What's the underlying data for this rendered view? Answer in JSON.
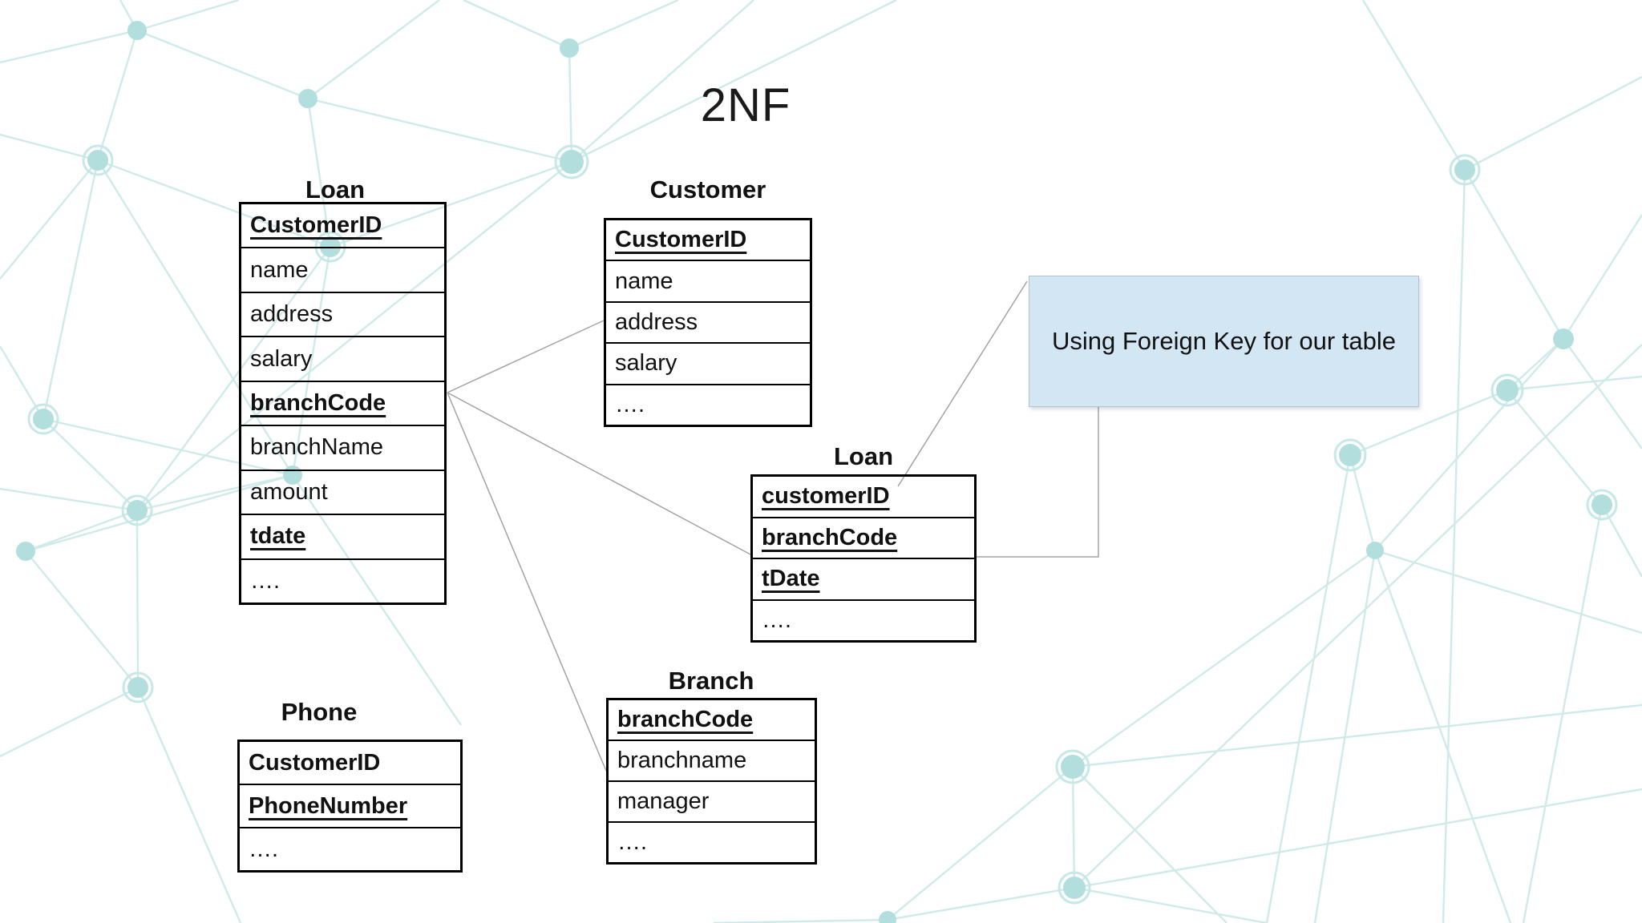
{
  "title": "2NF",
  "diagram": {
    "tables": [
      {
        "title": "Loan",
        "rows": [
          {
            "label": "CustomerID",
            "key": true
          },
          {
            "label": "name"
          },
          {
            "label": "address"
          },
          {
            "label": "salary"
          },
          {
            "label": "branchCode",
            "key": true
          },
          {
            "label": "branchName"
          },
          {
            "label": "amount"
          },
          {
            "label": "tdate",
            "key": true
          },
          {
            "label": "…."
          }
        ]
      },
      {
        "title": "Customer",
        "rows": [
          {
            "label": "CustomerID",
            "key": true
          },
          {
            "label": "name"
          },
          {
            "label": "address"
          },
          {
            "label": "salary"
          },
          {
            "label": "…."
          }
        ]
      },
      {
        "title": "Loan",
        "rows": [
          {
            "label": "customerID",
            "key": true
          },
          {
            "label": "branchCode",
            "key": true
          },
          {
            "label": "tDate",
            "key": true
          },
          {
            "label": "…."
          }
        ]
      },
      {
        "title": "Branch",
        "rows": [
          {
            "label": "branchCode",
            "key": true
          },
          {
            "label": "branchname"
          },
          {
            "label": "manager"
          },
          {
            "label": "…."
          }
        ]
      },
      {
        "title": "Phone",
        "rows": [
          {
            "label": "CustomerID",
            "bold": true
          },
          {
            "label": "PhoneNumber",
            "key": true
          },
          {
            "label": "…."
          }
        ]
      }
    ],
    "annotation": {
      "text": "Using Foreign Key for our table",
      "fill": "#d3e6f3",
      "border": "#b3c2cd"
    },
    "connectors": [
      {
        "from": "Loan.branchCode",
        "to": "Customer"
      },
      {
        "from": "Loan.branchCode",
        "to": "Loan (decomposed)"
      },
      {
        "from": "Loan.branchCode",
        "to": "Branch"
      },
      {
        "from": "annotation",
        "to": "Loan.customerID"
      },
      {
        "from": "annotation",
        "to": "Loan (right side)"
      }
    ],
    "colors": {
      "table_border": "#000000",
      "connector_line": "#a3a3a3",
      "network_line": "#cfeae9",
      "network_node": "#b2dfde"
    }
  }
}
